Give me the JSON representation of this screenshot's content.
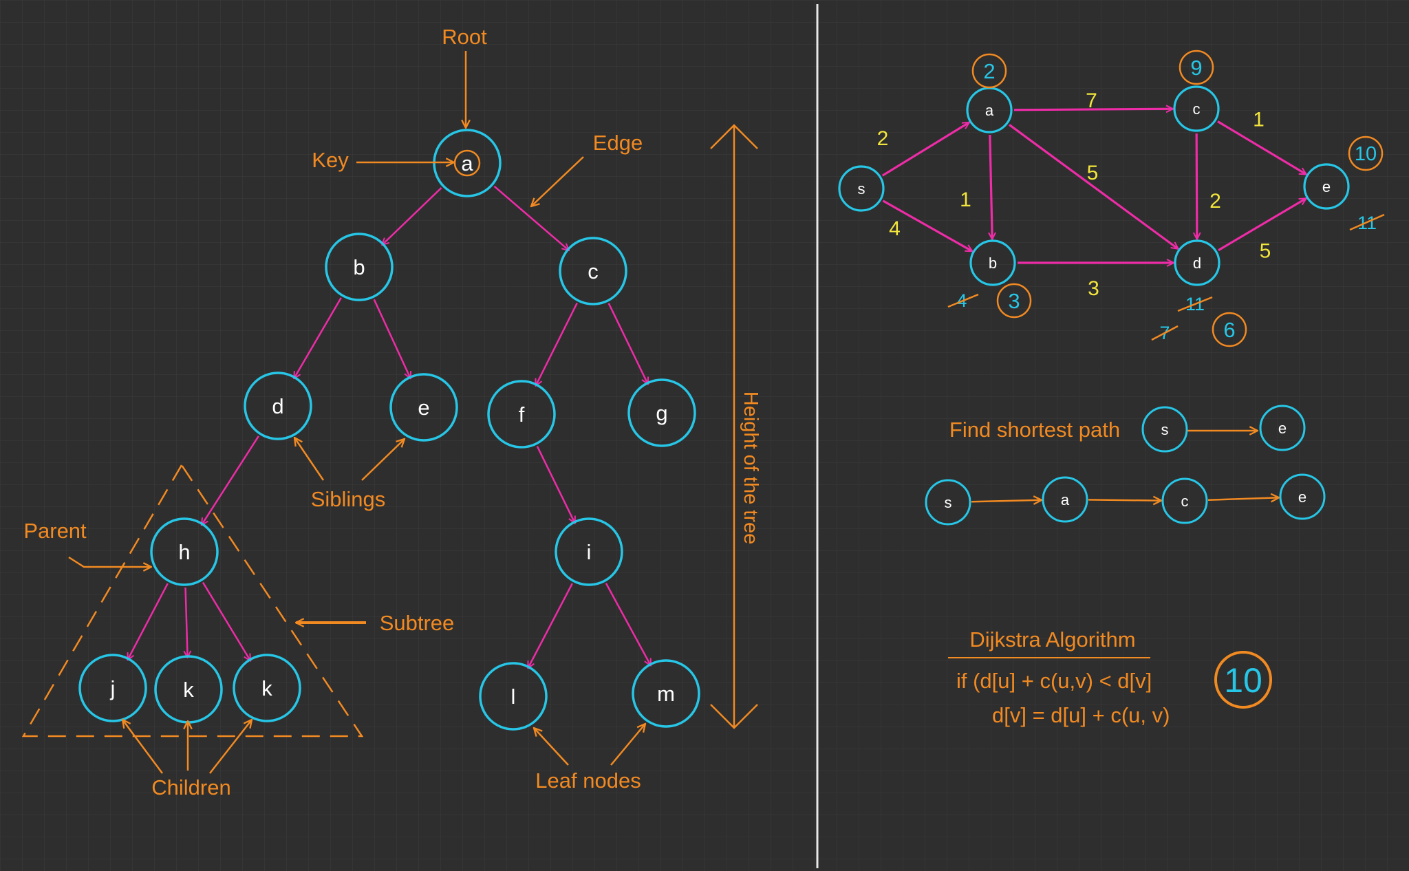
{
  "colors": {
    "background": "#2e2e2e",
    "grid": "#3c3c3c",
    "node": "#27c6e6",
    "edge": "#ee2ca7",
    "annotation": "#f28a22",
    "weight": "#f2e53c",
    "divider": "#e8e8e8"
  },
  "tree": {
    "nodes": [
      {
        "id": "a",
        "label": "a"
      },
      {
        "id": "b",
        "label": "b"
      },
      {
        "id": "c",
        "label": "c"
      },
      {
        "id": "d",
        "label": "d"
      },
      {
        "id": "e",
        "label": "e"
      },
      {
        "id": "f",
        "label": "f"
      },
      {
        "id": "g",
        "label": "g"
      },
      {
        "id": "h",
        "label": "h"
      },
      {
        "id": "i",
        "label": "i"
      },
      {
        "id": "j",
        "label": "j"
      },
      {
        "id": "k1",
        "label": "k"
      },
      {
        "id": "k2",
        "label": "k"
      },
      {
        "id": "l",
        "label": "l"
      },
      {
        "id": "m",
        "label": "m"
      }
    ],
    "edges": [
      [
        "a",
        "b"
      ],
      [
        "a",
        "c"
      ],
      [
        "b",
        "d"
      ],
      [
        "b",
        "e"
      ],
      [
        "c",
        "f"
      ],
      [
        "c",
        "g"
      ],
      [
        "d",
        "h"
      ],
      [
        "f",
        "i"
      ],
      [
        "h",
        "j"
      ],
      [
        "h",
        "k1"
      ],
      [
        "h",
        "k2"
      ],
      [
        "i",
        "l"
      ],
      [
        "i",
        "m"
      ]
    ],
    "labels": {
      "root": "Root",
      "key": "Key",
      "edge": "Edge",
      "siblings": "Siblings",
      "parent": "Parent",
      "subtree": "Subtree",
      "children": "Children",
      "leaf_nodes": "Leaf nodes",
      "height": "Height of the tree"
    }
  },
  "graph": {
    "nodes": [
      {
        "id": "s",
        "label": "s"
      },
      {
        "id": "a",
        "label": "a"
      },
      {
        "id": "b",
        "label": "b"
      },
      {
        "id": "c",
        "label": "c"
      },
      {
        "id": "d",
        "label": "d"
      },
      {
        "id": "e",
        "label": "e"
      }
    ],
    "edges": [
      {
        "from": "s",
        "to": "a",
        "weight": "2"
      },
      {
        "from": "s",
        "to": "b",
        "weight": "4"
      },
      {
        "from": "a",
        "to": "b",
        "weight": "1"
      },
      {
        "from": "a",
        "to": "c",
        "weight": "7"
      },
      {
        "from": "a",
        "to": "d",
        "weight": "5"
      },
      {
        "from": "b",
        "to": "d",
        "weight": "3"
      },
      {
        "from": "c",
        "to": "d",
        "weight": "2"
      },
      {
        "from": "c",
        "to": "e",
        "weight": "1"
      },
      {
        "from": "d",
        "to": "e",
        "weight": "5"
      }
    ],
    "distances": {
      "a": "2",
      "c": "9",
      "e": "10",
      "b": "3",
      "d": "6"
    },
    "struck_distances": {
      "e": "11",
      "b": "4",
      "d_first": "11",
      "d_second": "7"
    }
  },
  "shortest_path": {
    "label": "Find shortest path",
    "from": "s",
    "to": "e",
    "path": [
      "s",
      "a",
      "c",
      "e"
    ]
  },
  "algorithm": {
    "title": "Dijkstra Algorithm",
    "line1": "if (d[u] + c(u,v) < d[v]",
    "line2": "d[v] = d[u] + c(u, v)",
    "result": "10"
  }
}
